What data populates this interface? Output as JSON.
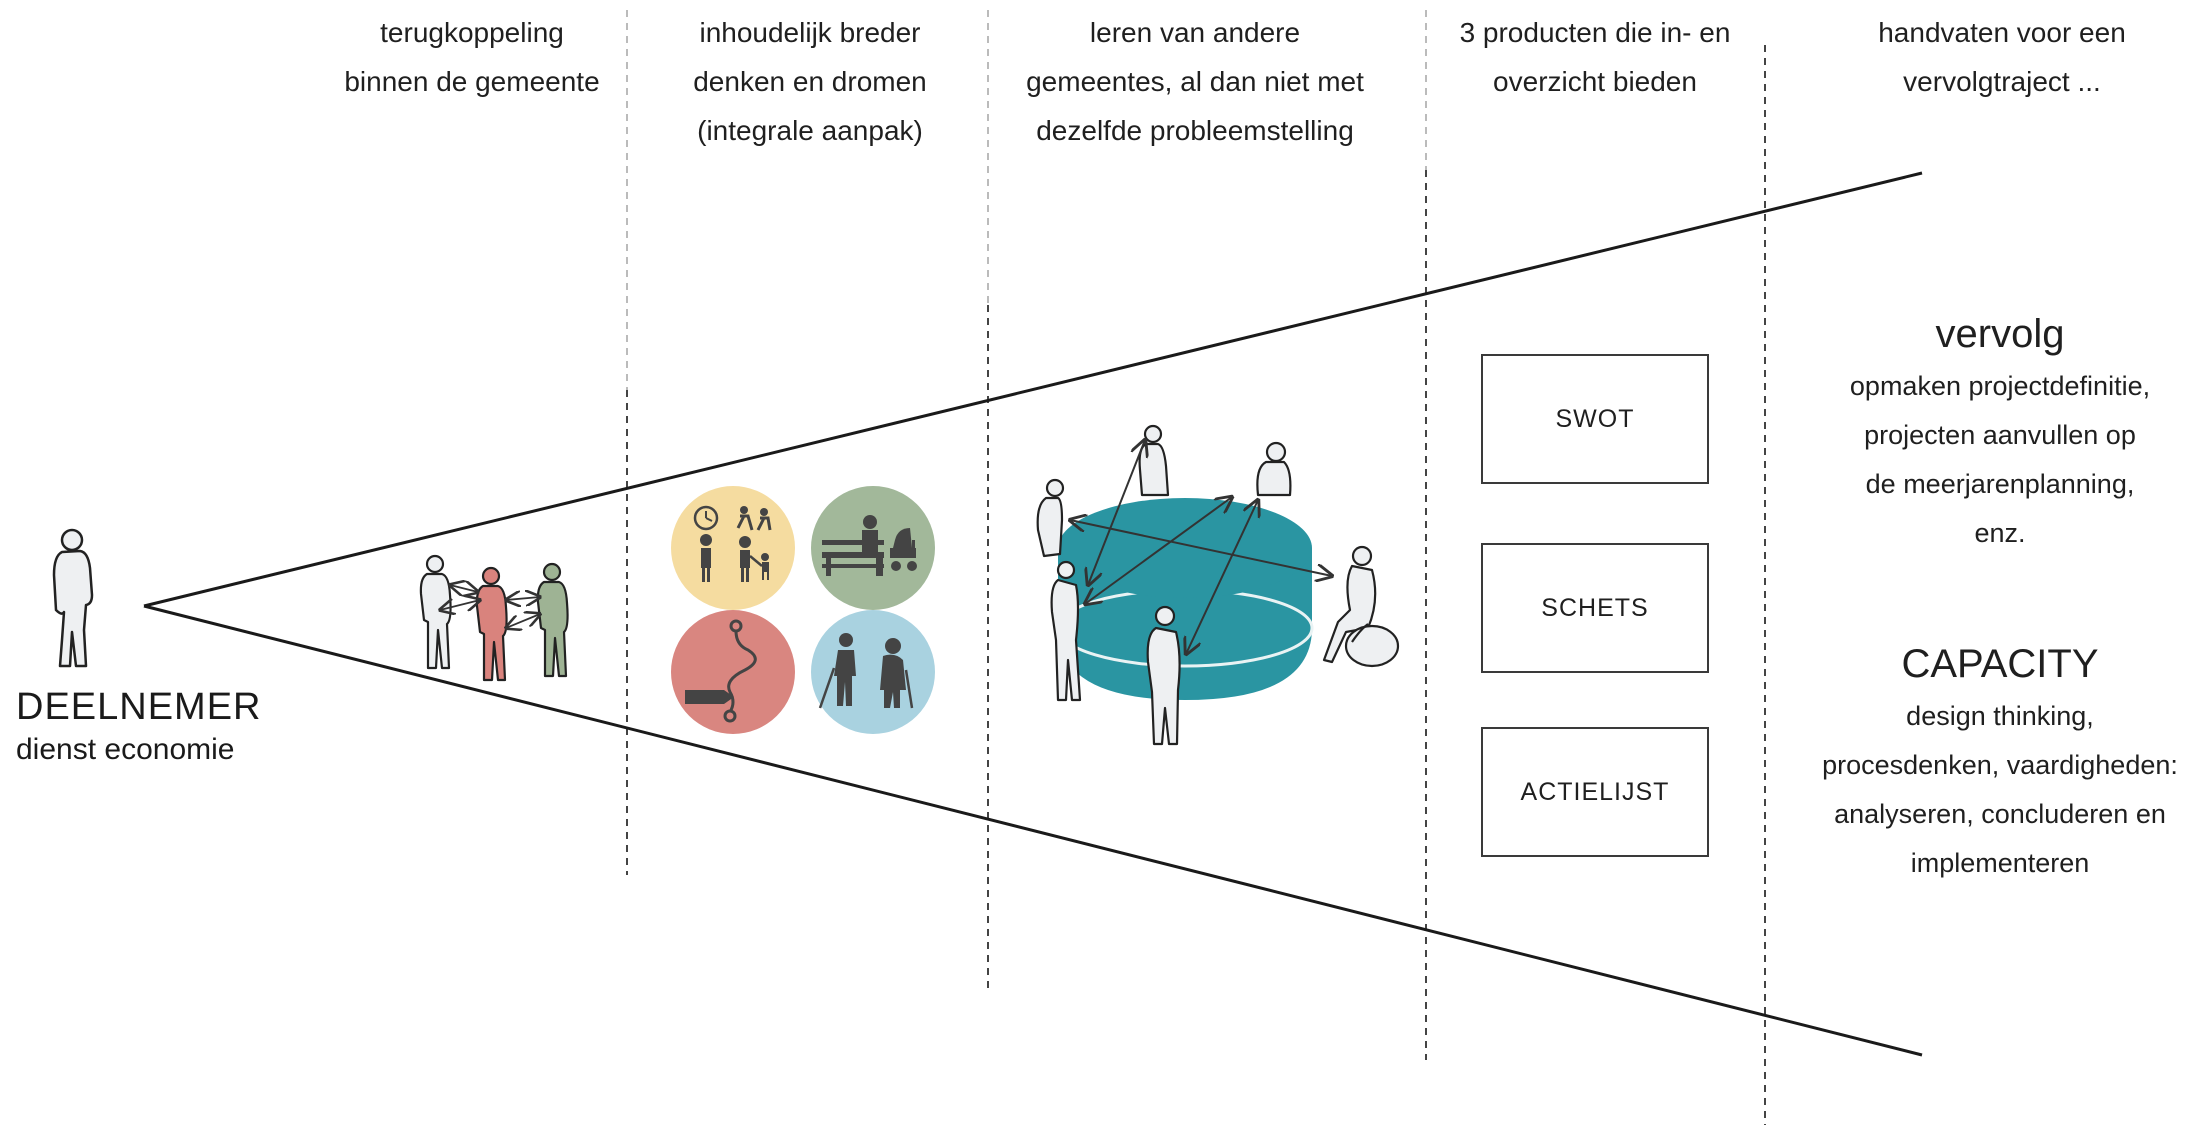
{
  "columns": [
    {
      "lines": [
        "terugkoppeling",
        "binnen de gemeente"
      ]
    },
    {
      "lines": [
        "inhoudelijk breder",
        "denken en dromen",
        "(integrale aanpak)"
      ]
    },
    {
      "lines": [
        "leren van andere",
        "gemeentes, al dan niet met",
        "dezelfde probleemstelling"
      ]
    },
    {
      "lines": [
        "3 producten die in- en",
        "overzicht bieden"
      ]
    },
    {
      "lines": [
        "handvaten voor een",
        "vervolgtraject ..."
      ]
    }
  ],
  "participant": {
    "title": "DEELNEMER",
    "subtitle": "dienst economie"
  },
  "products": [
    "SWOT",
    "SCHETS",
    "ACTIELIJST"
  ],
  "follow_up": {
    "title": "vervolg",
    "lines": [
      "opmaken projectdefinitie,",
      "projecten aanvullen op",
      "de meerjarenplanning,",
      "enz."
    ]
  },
  "capacity": {
    "title": "CAPACITY",
    "lines": [
      "design thinking,",
      "procesdenken, vaardigheden:",
      "analyseren, concluderen en",
      "implementeren"
    ]
  },
  "colors": {
    "teal": "#2a95a2",
    "icon_yellow": "#f5dca0",
    "icon_green": "#a2b89a",
    "icon_red": "#d98680",
    "icon_blue": "#a9d2e0",
    "figure_red": "#d9837d",
    "figure_green": "#9eb394",
    "figure_grey": "#eef0f2"
  },
  "icons": [
    "person-icon",
    "clock-activity-icon",
    "bench-stroller-icon",
    "route-icon",
    "elderly-accessibility-icon",
    "round-table-icon"
  ]
}
